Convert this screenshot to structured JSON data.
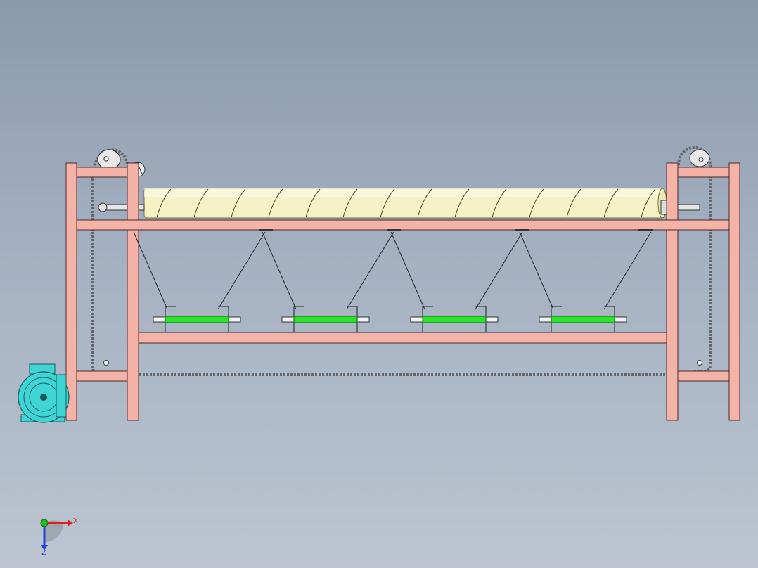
{
  "viewport": {
    "background_top": "#8a99ac",
    "background_bottom": "#bcc5d1"
  },
  "model": {
    "frame_color": "#f4b3a6",
    "frame_stroke": "#4a2a2a",
    "roller_color": "#f5f2c6",
    "roller_stroke": "#6f6a3e",
    "green_rod_color": "#2fe02f",
    "motor_color": "#3fd4d6",
    "hopper_count": 4
  },
  "triad": {
    "x_label": "X",
    "z_label": "Z",
    "x_color": "#e02020",
    "z_color": "#2040e0",
    "y_color": "#20c020"
  }
}
